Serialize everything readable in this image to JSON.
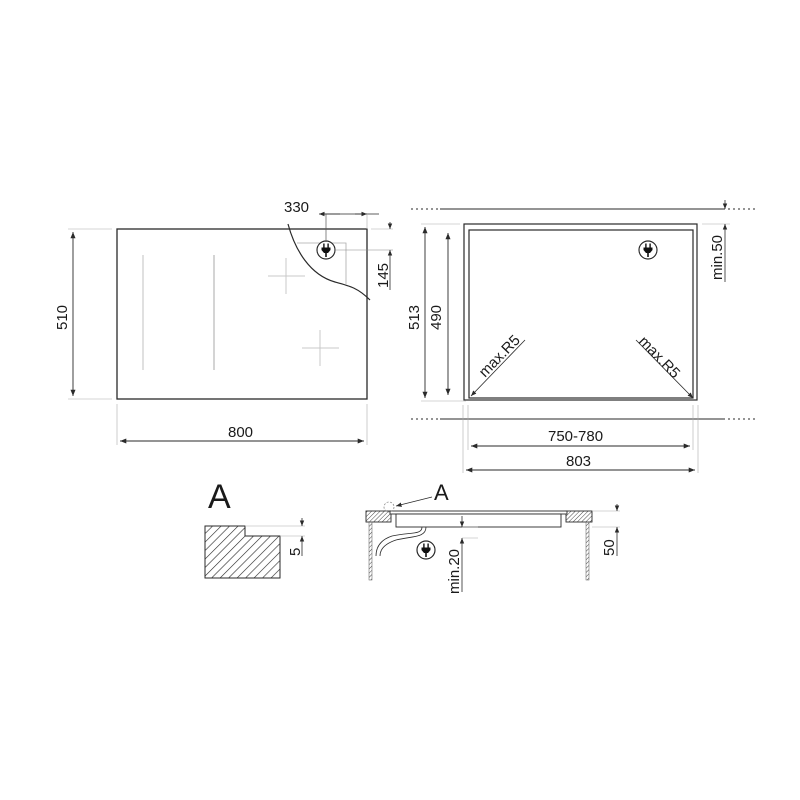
{
  "colors": {
    "line": "#2a2a2a",
    "thin": "#555555",
    "light": "#b8b8b8",
    "zone": "#c8c8c8",
    "background": "#ffffff"
  },
  "top_view": {
    "width_label": "800",
    "height_label": "510",
    "plug_x_label": "330",
    "plug_y_label": "145",
    "icon": "plug-icon"
  },
  "cutout_view": {
    "outer_height_label": "513",
    "inner_height_label": "490",
    "cut_width_label": "750-780",
    "overall_width_label": "803",
    "clearance_label": "min.50",
    "radius_left_label": "max.R5",
    "radius_right_label": "max.R5",
    "icon": "plug-icon"
  },
  "detail_a": {
    "title": "A",
    "step_label": "5"
  },
  "section_view": {
    "detail_callout": "A",
    "min_clearance_label": "min.20",
    "depth_label": "50",
    "icon": "plug-icon"
  }
}
